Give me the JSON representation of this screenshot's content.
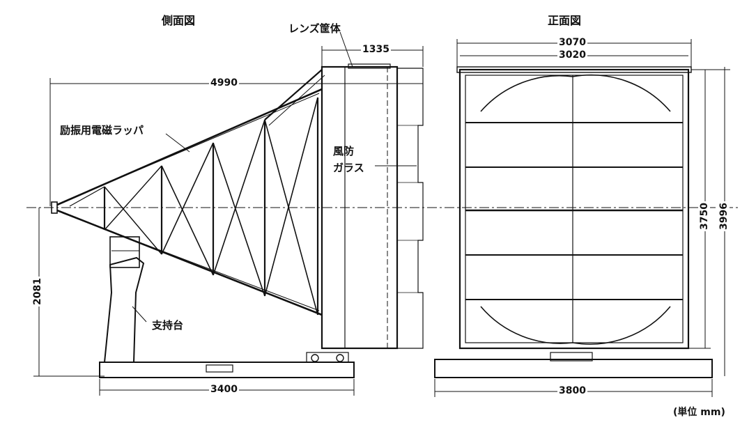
{
  "side_view": {
    "title": "側面図",
    "labels": {
      "lens_housing": "レンズ筐体",
      "horn": "励振用電磁ラッパ",
      "windshield_1": "風防",
      "windshield_2": "ガラス",
      "stand": "支持台"
    },
    "dims": {
      "depth": "1335",
      "length": "4990",
      "height": "2081",
      "base": "3400"
    }
  },
  "front_view": {
    "title": "正面図",
    "dims": {
      "outer_width": "3070",
      "inner_width": "3020",
      "inner_height": "3750",
      "outer_height": "3996",
      "base": "3800"
    }
  },
  "unit": "(単位 mm)"
}
